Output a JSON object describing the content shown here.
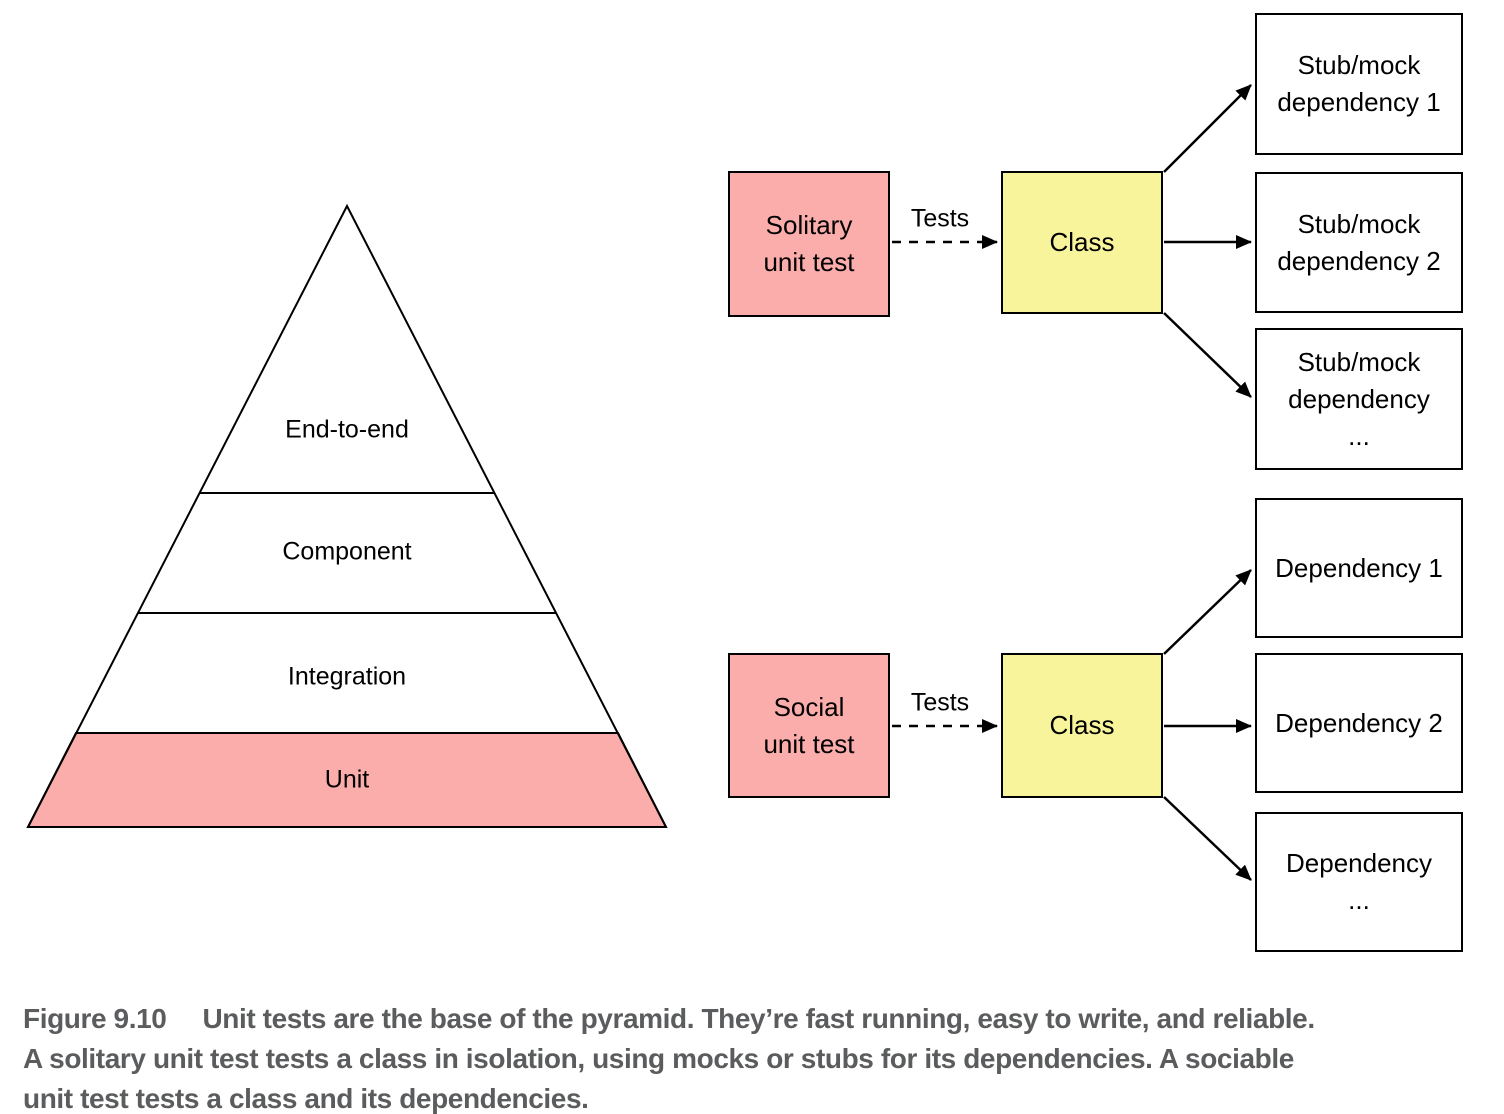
{
  "colors": {
    "pink": "#fbadab",
    "yellow": "#f8f49c",
    "line": "#000000",
    "caption_text": "#5b5c5e",
    "background": "#ffffff"
  },
  "pyramid": {
    "levels": [
      {
        "label": "End-to-end"
      },
      {
        "label": "Component"
      },
      {
        "label": "Integration"
      },
      {
        "label": "Unit"
      }
    ]
  },
  "solitary_group": {
    "test_box": {
      "lines": [
        "Solitary",
        "unit test"
      ]
    },
    "arrow_label": "Tests",
    "class_label": "Class",
    "dependencies": [
      {
        "lines": [
          "Stub/mock",
          "dependency 1"
        ]
      },
      {
        "lines": [
          "Stub/mock",
          "dependency 2"
        ]
      },
      {
        "lines": [
          "Stub/mock",
          "dependency",
          "..."
        ]
      }
    ]
  },
  "social_group": {
    "test_box": {
      "lines": [
        "Social",
        "unit test"
      ]
    },
    "arrow_label": "Tests",
    "class_label": "Class",
    "dependencies": [
      {
        "lines": [
          "Dependency 1"
        ]
      },
      {
        "lines": [
          "Dependency 2"
        ]
      },
      {
        "lines": [
          "Dependency",
          "..."
        ]
      }
    ]
  },
  "caption": {
    "figure_label": "Figure 9.10",
    "lines": [
      "Unit tests are the base of the pyramid. They’re fast running, easy to write, and reliable.",
      "A solitary unit test tests a class in isolation, using mocks or stubs for its dependencies. A sociable",
      "unit test tests a class and its dependencies."
    ]
  }
}
